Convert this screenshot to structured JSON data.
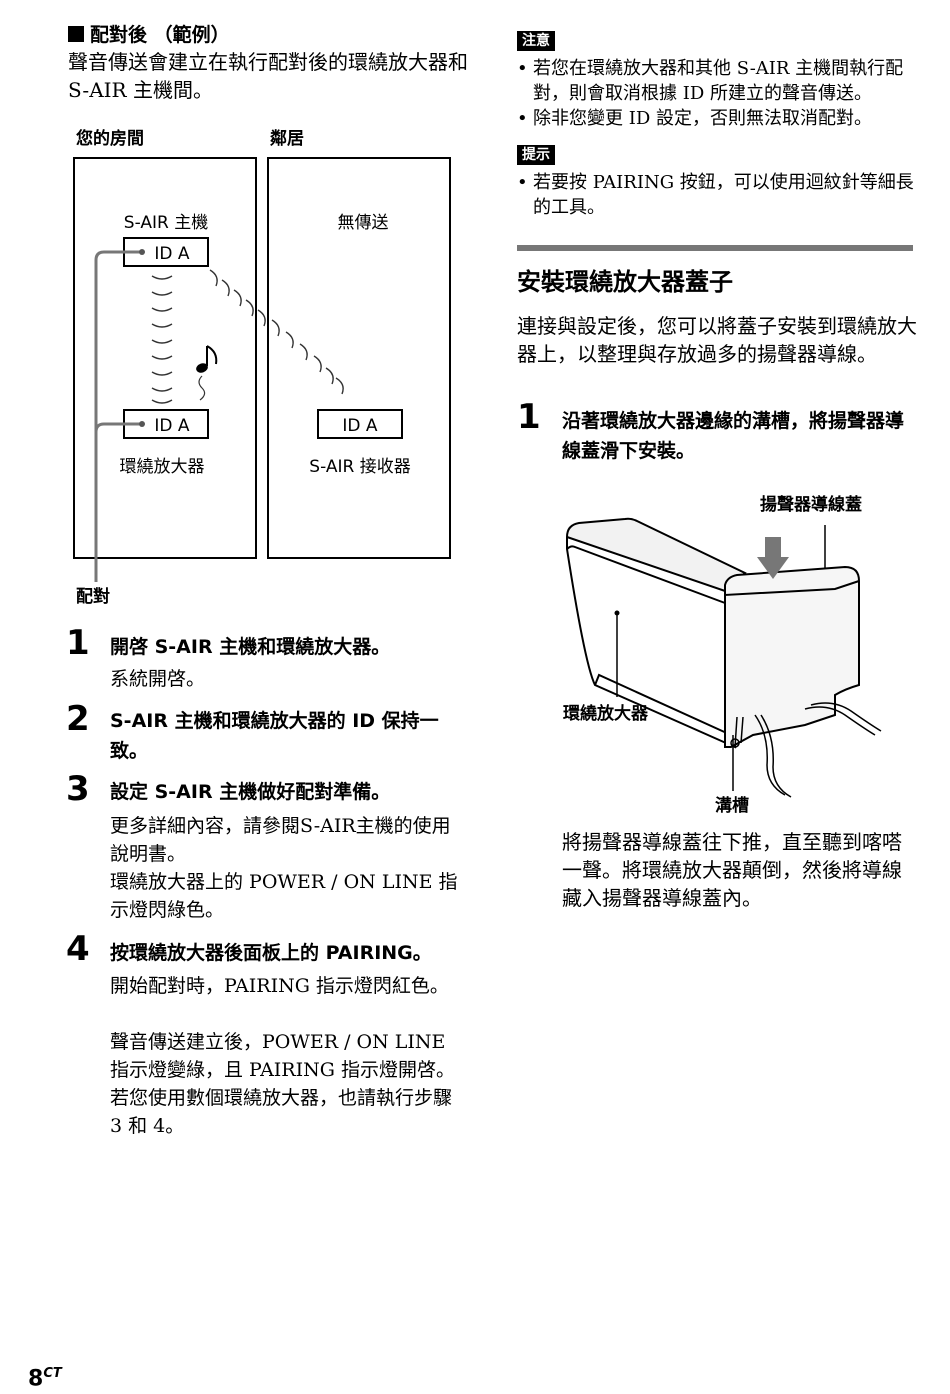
{
  "example": {
    "heading": "配對後 （範例）",
    "text": "聲音傳送會建立在執行配對後的環繞放大器和 S-AIR 主機間。"
  },
  "diagram": {
    "your_room": "您的房間",
    "neighbor": "鄰居",
    "main_unit": "S-AIR 主機",
    "no_transmission": "無傳送",
    "id_label": "ID A",
    "surround_amp": "環繞放大器",
    "receiver": "S-AIR 接收器",
    "pairing": "配對"
  },
  "steps": [
    {
      "num": "1",
      "head": "開啓 S-AIR 主機和環繞放大器。",
      "body": [
        "系統開啓。"
      ]
    },
    {
      "num": "2",
      "head": "S-AIR 主機和環繞放大器的 ID 保持一致。",
      "body": []
    },
    {
      "num": "3",
      "head": "設定 S-AIR 主機做好配對準備。",
      "body": [
        "更多詳細內容，請參閱S-AIR主機的使用說明書。",
        "環繞放大器上的 POWER / ON LINE 指示燈閃綠色。"
      ]
    },
    {
      "num": "4",
      "head": "按環繞放大器後面板上的 PAIRING。",
      "body": [
        "開始配對時，PAIRING 指示燈閃紅色。",
        "聲音傳送建立後，POWER / ON LINE 指示燈變綠，且 PAIRING 指示燈開啓。若您使用數個環繞放大器，也請執行步驟 3 和 4。"
      ]
    }
  ],
  "notes": {
    "label": "注意",
    "items": [
      "若您在環繞放大器和其他 S-AIR 主機間執行配對，則會取消根據 ID 所建立的聲音傳送。",
      "除非您變更 ID 設定，否則無法取消配對。"
    ]
  },
  "hints": {
    "label": "提示",
    "items": [
      "若要按 PAIRING 按鈕，可以使用迴紋針等細長的工具。"
    ]
  },
  "section": {
    "title": "安裝環繞放大器蓋子",
    "intro": "連接與設定後，您可以將蓋子安裝到環繞放大器上，以整理與存放過多的揚聲器導線。",
    "step": {
      "num": "1",
      "head": "沿著環繞放大器邊緣的溝槽，將揚聲器導線蓋滑下安裝。"
    },
    "labels": {
      "cover": "揚聲器導線蓋",
      "amp": "環繞放大器",
      "groove": "溝槽"
    },
    "after": "將揚聲器導線蓋往下推，直至聽到喀嗒一聲。將環繞放大器顛倒，然後將導線藏入揚聲器導線蓋內。"
  },
  "page": {
    "number": "8",
    "suffix": "CT"
  }
}
